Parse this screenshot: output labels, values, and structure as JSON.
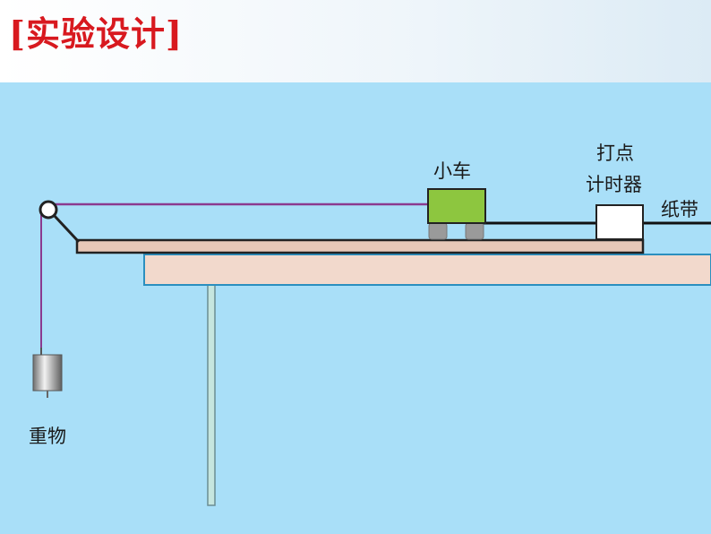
{
  "title": "[实验设计]",
  "labels": {
    "cart": "小车",
    "timer_line1": "打点",
    "timer_line2": "计时器",
    "tape": "纸带",
    "weight": "重物"
  },
  "colors": {
    "title": "#d8191f",
    "background": "#a9dff8",
    "board": "#e7c8b8",
    "table": "#f2d9cc",
    "cart": "#8dc63f",
    "string": "#8b3a8f",
    "timer": "#ffffff"
  }
}
